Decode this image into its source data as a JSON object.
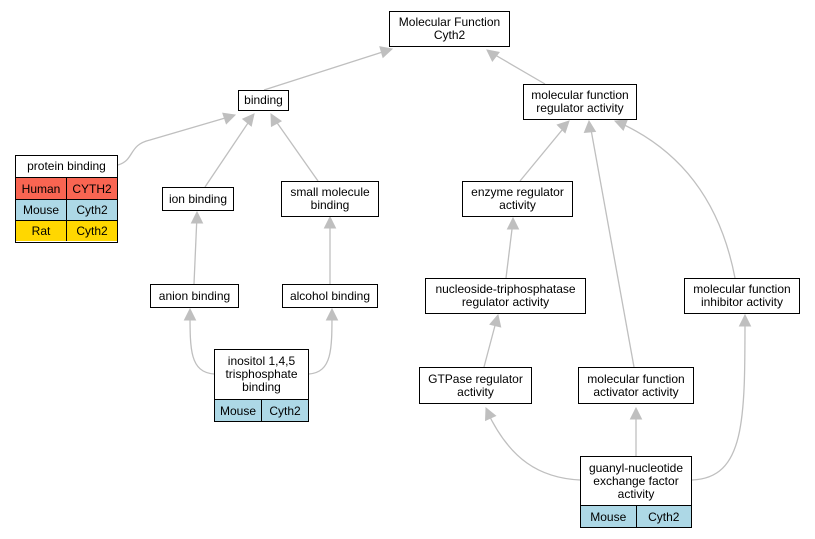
{
  "colors": {
    "edge": "#bfbfbf",
    "human": "#f96552",
    "mouse": "#add8e6",
    "rat": "#ffd700"
  },
  "nodes": {
    "root": "Molecular Function\nCyth2",
    "binding": "binding",
    "mf_regulator": "molecular function\nregulator activity",
    "ion_binding": "ion binding",
    "small_molecule_binding": "small molecule\nbinding",
    "enzyme_regulator": "enzyme regulator\nactivity",
    "anion_binding": "anion binding",
    "alcohol_binding": "alcohol binding",
    "ntpase_regulator": "nucleoside-triphosphatase\nregulator activity",
    "mf_inhibitor": "molecular function\ninhibitor activity",
    "gtpase_regulator": "GTPase regulator\nactivity",
    "mf_activator": "molecular function\nactivator activity"
  },
  "tables": {
    "protein_binding": {
      "title": "protein binding",
      "rows": [
        {
          "species": "Human",
          "gene": "CYTH2"
        },
        {
          "species": "Mouse",
          "gene": "Cyth2"
        },
        {
          "species": "Rat",
          "gene": "Cyth2"
        }
      ]
    },
    "inositol": {
      "title": "inositol 1,4,5\ntrisphosphate\nbinding",
      "rows": [
        {
          "species": "Mouse",
          "gene": "Cyth2"
        }
      ]
    },
    "gef": {
      "title": "guanyl-nucleotide\nexchange factor\nactivity",
      "rows": [
        {
          "species": "Mouse",
          "gene": "Cyth2"
        }
      ]
    }
  }
}
